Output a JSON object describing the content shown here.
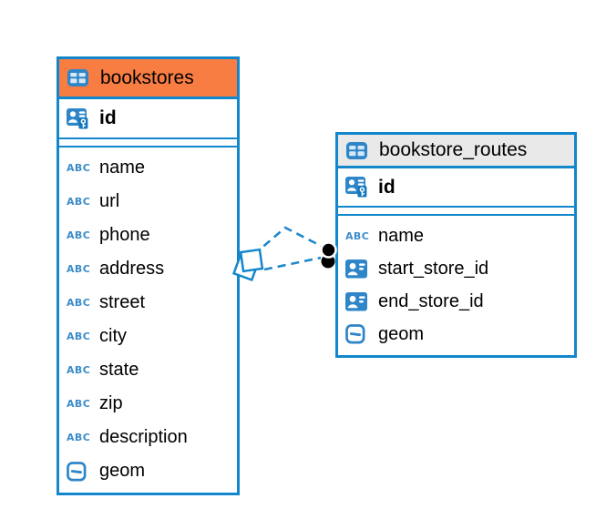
{
  "diagram": {
    "icon_text_label": "ABC",
    "tables": [
      {
        "name": "bookstores",
        "header_style": "orange",
        "columns": [
          {
            "name": "id",
            "icon": "primary-key-icon"
          },
          {
            "name": "name",
            "icon": "text-type-icon"
          },
          {
            "name": "url",
            "icon": "text-type-icon"
          },
          {
            "name": "phone",
            "icon": "text-type-icon"
          },
          {
            "name": "address",
            "icon": "text-type-icon"
          },
          {
            "name": "street",
            "icon": "text-type-icon"
          },
          {
            "name": "city",
            "icon": "text-type-icon"
          },
          {
            "name": "state",
            "icon": "text-type-icon"
          },
          {
            "name": "zip",
            "icon": "text-type-icon"
          },
          {
            "name": "description",
            "icon": "text-type-icon"
          },
          {
            "name": "geom",
            "icon": "geometry-type-icon"
          }
        ]
      },
      {
        "name": "bookstore_routes",
        "header_style": "gray",
        "columns": [
          {
            "name": "id",
            "icon": "primary-key-icon"
          },
          {
            "name": "name",
            "icon": "text-type-icon"
          },
          {
            "name": "start_store_id",
            "icon": "reference-icon"
          },
          {
            "name": "end_store_id",
            "icon": "reference-icon"
          },
          {
            "name": "geom",
            "icon": "geometry-type-icon"
          }
        ]
      }
    ],
    "relationships": [
      {
        "style": "dashed",
        "endpoint_left": "double-square-marker",
        "endpoint_right": "black-dot-marker"
      },
      {
        "style": "dashed",
        "endpoint_left": "double-square-marker",
        "endpoint_right": "black-dot-marker"
      }
    ],
    "colors": {
      "accent_blue": "#1287cb",
      "icon_blue": "#2e86c9",
      "bookstores_header": "#f87d43",
      "routes_header": "#e9e9e9",
      "canvas_background": "#ffffff"
    }
  }
}
